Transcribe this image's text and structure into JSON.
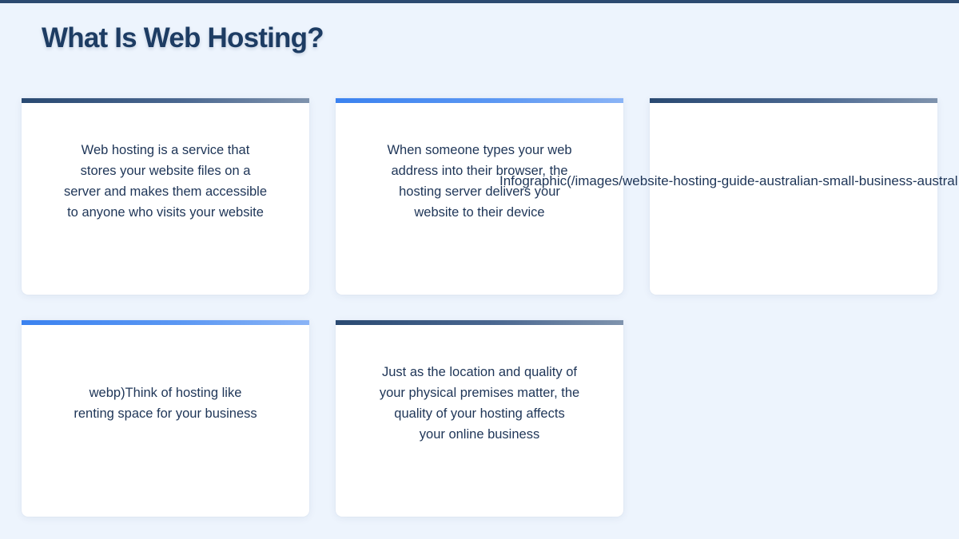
{
  "title": "What Is Web Hosting?",
  "cards": [
    {
      "accent": "dark",
      "lines": [
        "Web hosting is a service that",
        "stores your website files on a",
        "server and makes them accessible",
        "to anyone who visits your website"
      ]
    },
    {
      "accent": "blue",
      "lines": [
        "When someone types your web",
        "address into their browser, the",
        "hosting server delivers your",
        "website to their device"
      ]
    },
    {
      "accent": "dark",
      "lines": []
    },
    {
      "accent": "blue",
      "lines": [
        "webp)Think of hosting like",
        "renting space for your business"
      ]
    },
    {
      "accent": "dark",
      "lines": [
        "Just as the location and quality of",
        "your physical premises matter, the",
        "quality of your hosting affects",
        "your online business"
      ]
    }
  ],
  "overflow_text": "Infographic(/images/website-hosting-guide-australian-small-business-austral",
  "colors": {
    "background": "#edf4fd",
    "title": "#1d3c63",
    "accent_dark": "#2a4a72",
    "accent_blue": "#3b82f0"
  }
}
